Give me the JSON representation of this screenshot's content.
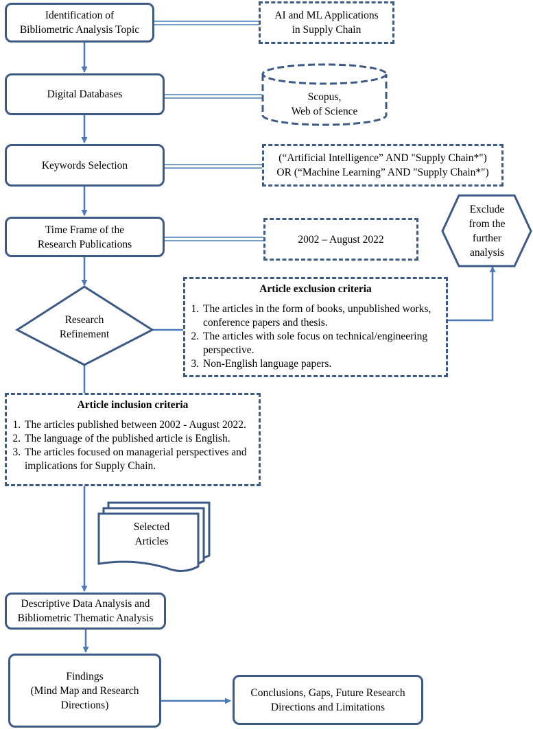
{
  "nodes": {
    "topic": [
      "Identification of",
      "Bibliometric Analysis Topic"
    ],
    "topic_detail": [
      "AI and ML Applications",
      "in Supply Chain"
    ],
    "databases": "Digital Databases",
    "databases_detail": [
      "Scopus,",
      "Web of Science"
    ],
    "keywords": "Keywords Selection",
    "keywords_detail": [
      "(“Artificial Intelligence” AND \"Supply Chain*\")",
      "OR (“Machine Learning” AND \"Supply Chain*\")"
    ],
    "timeframe": [
      "Time Frame of the",
      "Research Publications"
    ],
    "timeframe_detail": "2002 – August 2022",
    "refinement": [
      "Research",
      "Refinement"
    ],
    "exclude": [
      "Exclude",
      "from the",
      "further",
      "analysis"
    ],
    "exclusion": {
      "title": "Article exclusion criteria",
      "items": [
        "The articles in the form of books, unpublished works, conference papers and thesis.",
        "The articles with sole focus on technical/engineering perspective.",
        " Non-English language papers."
      ]
    },
    "inclusion": {
      "title": "Article inclusion criteria",
      "items": [
        "The articles published between 2002 - August 2022.",
        "The language of the published article is English.",
        "The articles focused on managerial perspectives and implications for Supply Chain."
      ]
    },
    "selected": [
      "Selected",
      "Articles"
    ],
    "descriptive": [
      "Descriptive Data Analysis and",
      "Bibliometric Thematic Analysis"
    ],
    "findings": [
      "Findings",
      "(Mind Map and Research",
      "Directions)"
    ],
    "conclusions": [
      "Conclusions, Gaps, Future Research",
      "Directions and Limitations"
    ]
  },
  "colors": {
    "stroke": "#3d5a87",
    "arrow": "#4a7bb6"
  }
}
